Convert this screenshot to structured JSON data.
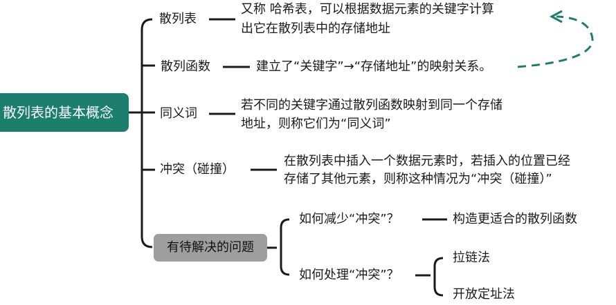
{
  "root": {
    "label": "散列表的基本概念"
  },
  "nodes": [
    {
      "label": "散列表",
      "desc": [
        "又称 哈希表，可以根据数据元素的关键字计算",
        "出它在散列表中的存储地址"
      ]
    },
    {
      "label": "散列函数",
      "desc": [
        "建立了“关键字”→“存储地址”的映射关系。"
      ]
    },
    {
      "label": "同义词",
      "desc": [
        "若不同的关键字通过散列函数映射到同一个存储",
        "地址，则称它们为“同义词”"
      ]
    },
    {
      "label": "冲突（碰撞）",
      "desc": [
        "在散列表中插入一个数据元素时，若插入的位置已经",
        "存储了其他元素，则称这种情况为“冲突（碰撞）”"
      ]
    }
  ],
  "problems": {
    "label": "有待解决的问题",
    "q1": {
      "label": "如何减少“冲突”？",
      "answer": "构造更适合的散列函数"
    },
    "q2": {
      "label": "如何处理“冲突”？",
      "methods": [
        "拉链法",
        "开放定址法"
      ]
    }
  },
  "colors": {
    "root": "#1c7e6c",
    "gray_box": "#9e9e9e",
    "line": "#1a1a1a",
    "dashed_arrow": "#1c7e6c"
  }
}
